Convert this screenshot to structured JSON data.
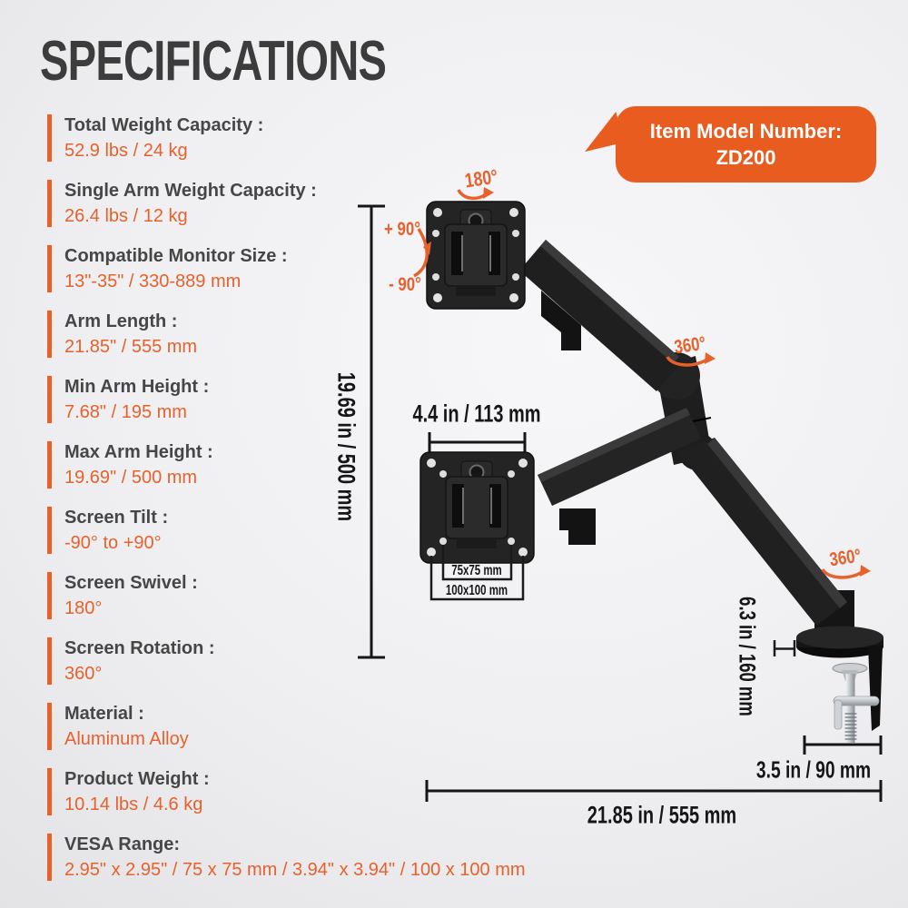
{
  "page": {
    "title": "SPECIFICATIONS"
  },
  "callout": {
    "line1": "Item Model Number:",
    "line2": "ZD200"
  },
  "specs": {
    "items": [
      {
        "label": "Total Weight Capacity :",
        "value": "52.9 lbs / 24 kg"
      },
      {
        "label": "Single Arm Weight Capacity :",
        "value": "26.4 lbs / 12 kg"
      },
      {
        "label": "Compatible Monitor Size :",
        "value": "13\"-35\" / 330-889 mm"
      },
      {
        "label": "Arm Length :",
        "value": "21.85\" / 555 mm"
      },
      {
        "label": "Min Arm Height :",
        "value": "7.68\" / 195 mm"
      },
      {
        "label": "Max Arm Height :",
        "value": "19.69\" / 500 mm"
      },
      {
        "label": "Screen Tilt :",
        "value": "-90° to +90°"
      },
      {
        "label": "Screen Swivel :",
        "value": "180°"
      },
      {
        "label": "Screen Rotation :",
        "value": "360°"
      },
      {
        "label": "Material :",
        "value": "Aluminum Alloy"
      },
      {
        "label": "Product Weight :",
        "value": "10.14 lbs / 4.6 kg"
      },
      {
        "label": "VESA Range:",
        "value": "2.95\" x 2.95\" / 75 x 75 mm / 3.94\" x 3.94\" / 100 x 100 mm"
      }
    ]
  },
  "diagram": {
    "swivel_top": "180°",
    "tilt_plus": "+ 90°",
    "tilt_minus": "- 90°",
    "rotate_mid": "360°",
    "rotate_base": "360°",
    "dim_height": "19.69 in / 500 mm",
    "dim_plate_width": "4.4 in / 113 mm",
    "vesa_small": "75x75 mm",
    "vesa_large": "100x100 mm",
    "dim_pole": "6.3 in / 160 mm",
    "dim_clamp": "3.5 in / 90 mm",
    "dim_arm_length": "21.85 in / 555 mm"
  },
  "colors": {
    "accent": "#E7612C",
    "callout_bg": "#E95C20",
    "title": "#3C3C3C",
    "spec_label": "#464646",
    "dimension_ink": "#161616",
    "arm_black": "#1F1F1F"
  }
}
